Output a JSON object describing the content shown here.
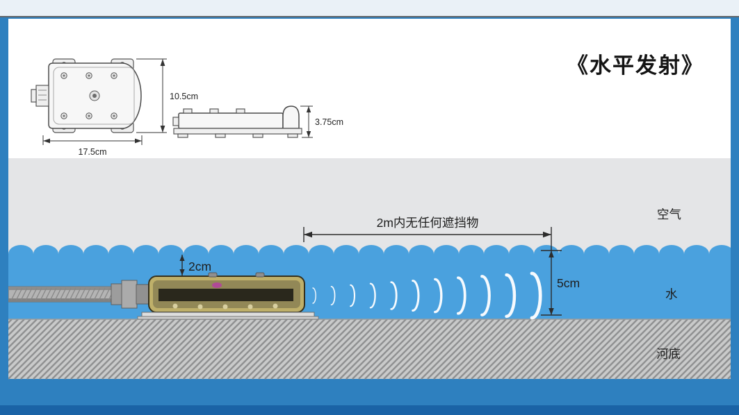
{
  "title": "《水平发射》",
  "device_drawings": {
    "top_view": {
      "width_label": "17.5cm",
      "height_label": "10.5cm"
    },
    "side_view": {
      "height_label": "3.75cm"
    }
  },
  "diagram": {
    "clearance_label": "2m内无任何遮挡物",
    "submersion_label": "2cm",
    "beam_center_label": "5cm",
    "region_air": "空气",
    "region_water": "水",
    "region_riverbed": "河底"
  },
  "colors": {
    "frame": "#2e80bf",
    "frame_dark": "#1a63a6",
    "panel": "#ffffff",
    "air": "#e4e5e7",
    "water": "#4aa1de",
    "riverbed": "#c9caca",
    "hatch": "#8f9091",
    "dimension_line": "#2c2c2c",
    "wave_arc": "#ffffff"
  }
}
